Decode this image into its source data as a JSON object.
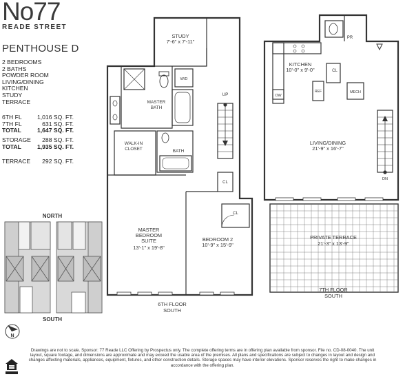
{
  "brand": {
    "name": "No77",
    "street": "READE STREET"
  },
  "unit": {
    "title": "PENTHOUSE D"
  },
  "features": [
    "2 BEDROOMS",
    "2 BATHS",
    "POWDER ROOM",
    "LIVING/DINING",
    "KITCHEN",
    "STUDY",
    "TERRACE"
  ],
  "areas": {
    "group1": [
      {
        "label": "6TH FL",
        "value": "1,016 SQ. FT.",
        "bold": false
      },
      {
        "label": "7TH FL",
        "value": "631 SQ. FT.",
        "bold": false
      },
      {
        "label": "TOTAL",
        "value": "1,647 SQ. FT.",
        "bold": true
      }
    ],
    "group2": [
      {
        "label": "STORAGE",
        "value": "288 SQ. FT.",
        "bold": false
      },
      {
        "label": "TOTAL",
        "value": "1,935 SQ. FT.",
        "bold": true
      }
    ],
    "group3": [
      {
        "label": "TERRACE",
        "value": "292 SQ. FT.",
        "bold": false
      }
    ]
  },
  "keyplan": {
    "north": "NORTH",
    "south": "SOUTH",
    "compass": "N"
  },
  "floor6": {
    "label_line1": "6TH FLOOR",
    "label_line2": "SOUTH",
    "rooms": {
      "study": {
        "name": "STUDY",
        "dims": "7'-6\" x 7'-11\""
      },
      "master_bath": {
        "name1": "MASTER",
        "name2": "BATH"
      },
      "wd": {
        "name": "W/D"
      },
      "walkin": {
        "name1": "WALK-IN",
        "name2": "CLOSET"
      },
      "bath": {
        "name": "BATH"
      },
      "master_bedroom": {
        "name1": "MASTER",
        "name2": "BEDROOM",
        "name3": "SUITE",
        "dims": "13'-1\" x 19'-8\""
      },
      "bedroom2": {
        "name": "BEDROOM 2",
        "dims": "10'-9\" x 15'-9\""
      },
      "cl1": {
        "name": "CL"
      },
      "cl2": {
        "name": "CL"
      },
      "up": {
        "name": "UP"
      }
    }
  },
  "floor7": {
    "label_line1": "7TH FLOOR",
    "label_line2": "SOUTH",
    "rooms": {
      "kitchen": {
        "name": "KITCHEN",
        "dims": "10'-0\" x 9'-0\""
      },
      "pr": {
        "name": "PR"
      },
      "cl": {
        "name": "CL"
      },
      "ow": {
        "name": "OW"
      },
      "ref": {
        "name": "REF"
      },
      "mech": {
        "name": "MECH"
      },
      "living": {
        "name": "LIVING/DINING",
        "dims": "21'-9\" x 16'-7\""
      },
      "terrace": {
        "name": "PRIVATE TERRACE",
        "dims": "21'-3\" x 13'-9\""
      },
      "dn": {
        "name": "DN"
      }
    }
  },
  "disclaimer": "Drawings are not to scale. Sponsor: 77 Reade LLC Offering by Prospectus only. The complete offering terms are in offering plan available from sponsor. File no. CD-08-0040. The unit layout, square footage, and dimensions are approximate and may exceed the usable area of the premises. All plans and specifications are subject to changes in layout and design and changes affecting materials, appliances, equipment, fixtures, and other construction details. Storage spaces may have interior elevations. Sponsor reserves the right to make changes in accordance with the offering plan."
}
